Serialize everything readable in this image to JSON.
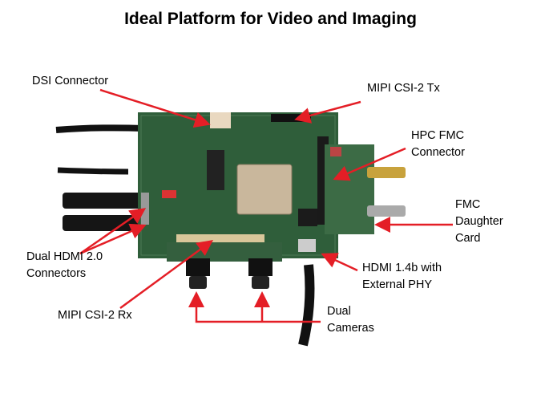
{
  "title": "Ideal Platform for Video and Imaging",
  "labels": {
    "dsi": "DSI Connector",
    "csi_tx": "MIPI CSI-2 Tx",
    "hpc_fmc_1": "HPC FMC",
    "hpc_fmc_2": "Connector",
    "fmc_card_1": "FMC",
    "fmc_card_2": "Daughter",
    "fmc_card_3": "Card",
    "hdmi20_1": "Dual HDMI  2.0",
    "hdmi20_2": "Connectors",
    "hdmi14_1": "HDMI  1.4b with",
    "hdmi14_2": "External  PHY",
    "csi_rx": "MIPI CSI-2 Rx",
    "cameras_1": "Dual",
    "cameras_2": "Cameras"
  },
  "colors": {
    "arrow": "#e41e26",
    "pcb": "#2f5e3a"
  }
}
